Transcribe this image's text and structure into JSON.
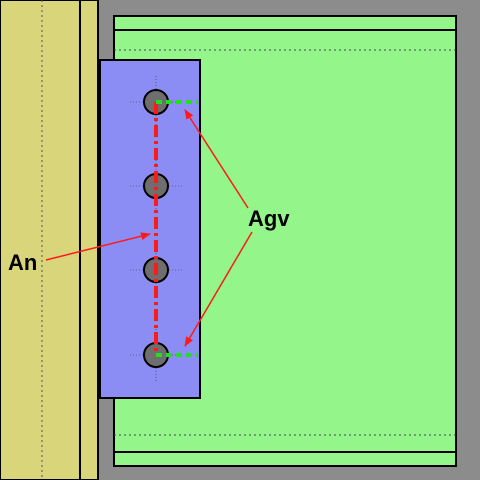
{
  "labels": {
    "net_area": "An",
    "gross_shear_area": "Agv"
  },
  "colors": {
    "background": "#8c8c8c",
    "column": "#d9d57a",
    "beam": "#93f58a",
    "plate": "#8c8cf5",
    "weld": "#f06464",
    "bolt": "#6e6e6e",
    "net_section_line": "#ff1a1a",
    "shear_line": "#22dd22",
    "arrow": "#ff1a1a"
  },
  "bolts": {
    "count": 4
  }
}
